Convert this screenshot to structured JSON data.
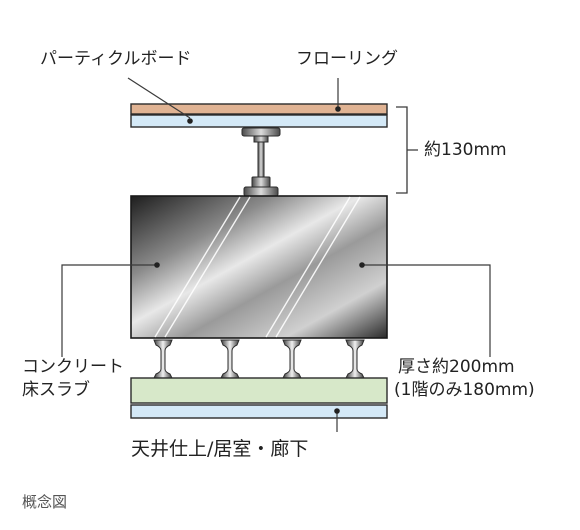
{
  "labels": {
    "particleboard": "パーティクルボード",
    "flooring": "フローリング",
    "floor_height": "約130mm",
    "slab_line1": "コンクリート",
    "slab_line2": "床スラブ",
    "thickness_line1": "厚さ約200mm",
    "thickness_line2": "(1階のみ180mm)",
    "ceiling": "天井仕上/居室・廊下",
    "caption": "概念図"
  },
  "colors": {
    "flooring_surface": "#e0b393",
    "particleboard": "#d4e9f7",
    "ceiling_board": "#d7e8c9",
    "ceiling_under": "#d4e9f7",
    "outline": "#2b2b2b",
    "leader": "#3a3a3a"
  },
  "icons": {
    "pedestal": "floor-support-pedestal-icon",
    "hanger": "ceiling-hanger-bolt-icon"
  }
}
